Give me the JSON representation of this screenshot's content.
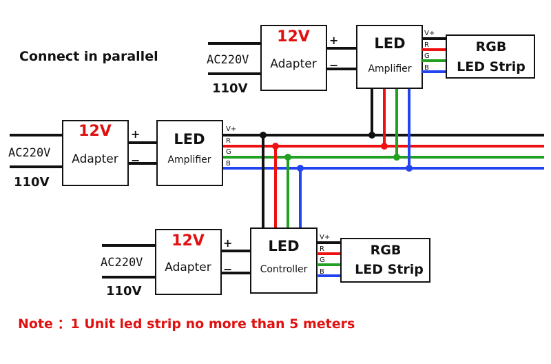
{
  "title": "Connect in parallel",
  "note": "Note ：1 Unit led strip no more than 5 meters",
  "labels": {
    "voltage_12v": "12V",
    "adapter": "Adapter",
    "led": "LED",
    "amplifier": "Amplifier",
    "controller": "Controller",
    "rgb": "RGB",
    "led_strip": "LED Strip",
    "ac_in": "AC220V",
    "ac_alt": "110V",
    "plus": "+",
    "minus": "−",
    "pin_v": "V+",
    "pin_r": "R",
    "pin_g": "G",
    "pin_b": "B"
  },
  "colors": {
    "red": "#ee1111",
    "green": "#22a022",
    "blue": "#2244ee",
    "black": "#111111"
  }
}
